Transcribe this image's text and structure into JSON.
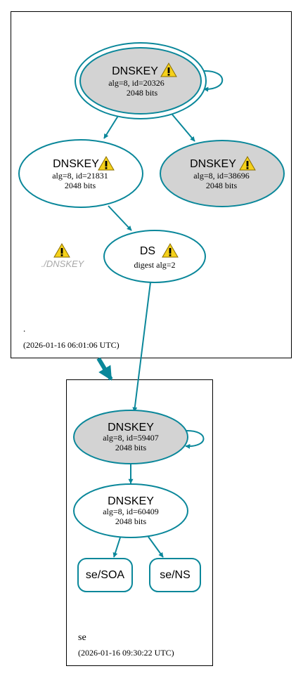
{
  "zones": {
    "root": {
      "label": ".",
      "timestamp": "(2026-01-16 06:01:06 UTC)"
    },
    "se": {
      "label": "se",
      "timestamp": "(2026-01-16 09:30:22 UTC)"
    }
  },
  "nodes": {
    "ksk_root": {
      "title": "DNSKEY",
      "line1": "alg=8, id=20326",
      "line2": "2048 bits",
      "warning": true,
      "fill": "#d3d3d3"
    },
    "zsk_root": {
      "title": "DNSKEY",
      "line1": "alg=8, id=21831",
      "line2": "2048 bits",
      "warning": true,
      "fill": "#ffffff"
    },
    "key_38696": {
      "title": "DNSKEY",
      "line1": "alg=8, id=38696",
      "line2": "2048 bits",
      "warning": true,
      "fill": "#d3d3d3"
    },
    "ds_se": {
      "title": "DS",
      "line1": "digest alg=2",
      "warning": true,
      "fill": "#ffffff"
    },
    "ksk_se": {
      "title": "DNSKEY",
      "line1": "alg=8, id=59407",
      "line2": "2048 bits",
      "fill": "#d3d3d3"
    },
    "zsk_se": {
      "title": "DNSKEY",
      "line1": "alg=8, id=60409",
      "line2": "2048 bits",
      "fill": "#ffffff"
    },
    "rr_soa": {
      "title": "se/SOA"
    },
    "rr_ns": {
      "title": "se/NS"
    },
    "missing_dnskey": {
      "title": "./DNSKEY",
      "warning": true
    }
  },
  "colors": {
    "edge": "#0a879a",
    "border": "#000000",
    "warning_fill": "#f5d11a",
    "missing_text": "#a8a8a8"
  }
}
